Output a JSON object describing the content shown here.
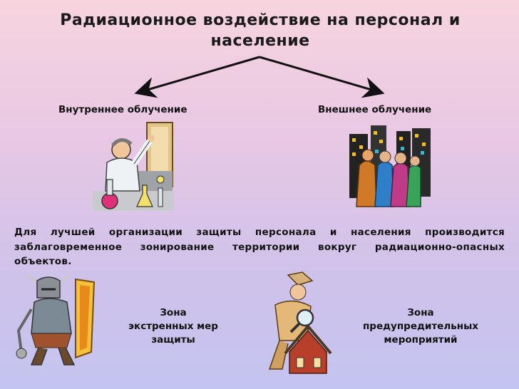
{
  "slide": {
    "title_line1": "Радиационное воздействие на персонал и",
    "title_line2": "население",
    "left_label": "Внутреннее облучение",
    "right_label": "Внешнее облучение",
    "paragraph": "Для лучшей организации защиты персонала и населения производится заблаговременное зонирование территории вокруг радиационно-опасных объектов.",
    "zone_emergency": [
      "Зона",
      "экстренных мер",
      "защиты"
    ],
    "zone_preventive": [
      "Зона",
      "предупредительных",
      "мероприятий"
    ]
  },
  "icons": {
    "lab": "scientist-lab-icon",
    "city": "city-people-icon",
    "warrior": "warrior-shield-icon",
    "detective": "detective-house-icon"
  }
}
